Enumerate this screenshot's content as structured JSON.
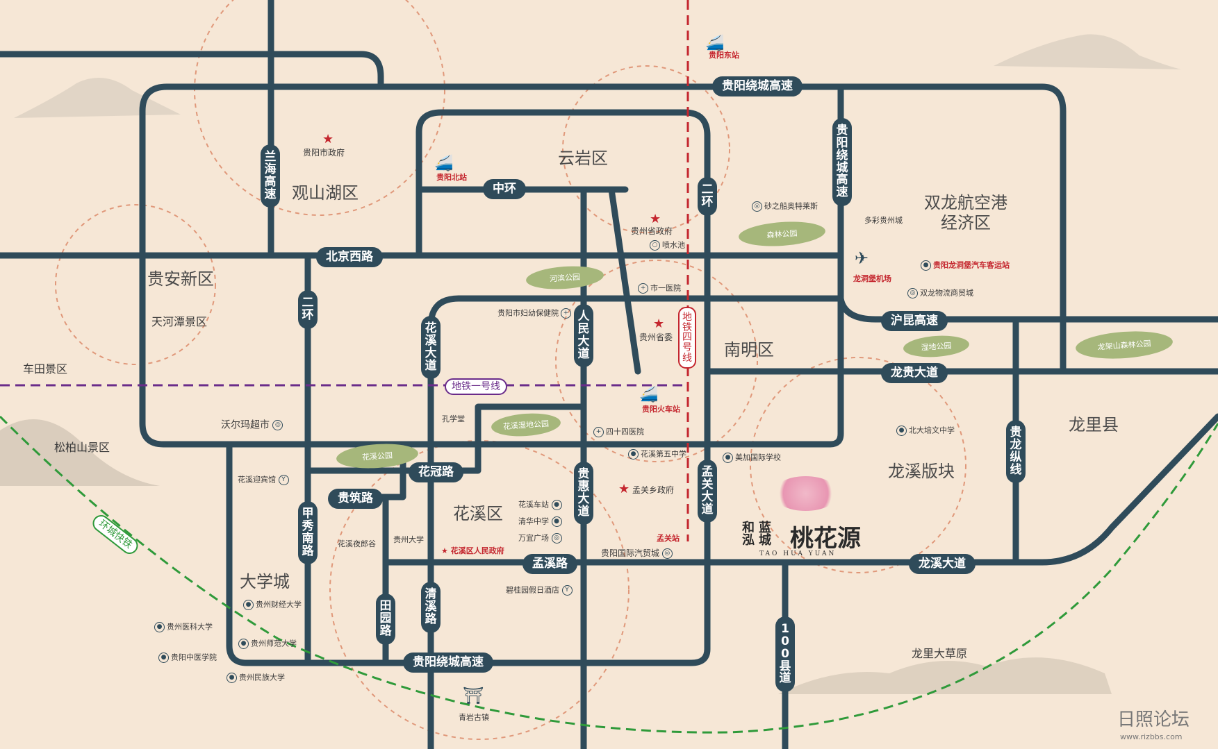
{
  "districts": {
    "guanshanhu": "观山湖区",
    "yunyan": "云岩区",
    "nanming": "南明区",
    "shuanglong": "双龙航空港\n经济区",
    "guian": "贵安新区",
    "huaxi": "花溪区",
    "daxuecheng": "大学城",
    "longli": "龙里县",
    "longxi": "龙溪版块"
  },
  "areas": {
    "tianhetan": "天河潭景区",
    "chetian": "车田景区",
    "songbaishan": "松柏山景区",
    "longli_grassland": "龙里大草原"
  },
  "roads": {
    "ring_expressway_top": "贵阳绕城高速",
    "ring_expressway_right": "贵阳绕城高速",
    "ring_expressway_bottom": "贵阳绕城高速",
    "lanhai": "兰海高速",
    "zhonghuan": "中环",
    "second_ring_right": "二环",
    "second_ring_left": "二环",
    "beijing_west": "北京西路",
    "huxi_avenue": "花溪大道",
    "renmin_avenue": "人民大道",
    "huguan": "沪昆高速",
    "longgui": "龙贵大道",
    "guilong": "贵龙纵线",
    "huaguan": "花冠路",
    "guizhu": "贵筑路",
    "jiaxiu_south": "甲秀南路",
    "guihui": "贵惠大道",
    "mengguan": "孟关大道",
    "mengxi": "孟溪路",
    "qingxi": "清溪路",
    "tianyuan": "田园路",
    "longxi_avenue": "龙溪大道",
    "county100": "100县道"
  },
  "transit": {
    "metro1": "地铁一号线",
    "metro4": "地铁四号线",
    "ring_rail": "环城快铁"
  },
  "stations": {
    "guiyang_east": "贵阳东站",
    "guiyang_north": "贵阳北站",
    "guiyang_rail": "贵阳火车站",
    "airport": "龙洞堡机场",
    "mengguan_station": "孟关站",
    "bus_terminal": "贵阳龙洞堡汽车客运站"
  },
  "pois": {
    "city_gov": "贵阳市政府",
    "prov_gov": "贵州省政府",
    "penshuichi": "喷水池",
    "prov_committee": "贵州省委",
    "hospital1": "市一医院",
    "maternal": "贵阳市妇幼保健院",
    "hospital44": "四十四医院",
    "shazhichuan": "砂之船奥特莱斯",
    "duocai": "多彩贵州城",
    "shuanglong_trade": "双龙物流商贸城",
    "walmart": "沃尔玛超市",
    "kongxuetang": "孔学堂",
    "huaxi_guesthouse": "花溪迎宾馆",
    "huaxi_night": "花溪夜郎谷",
    "guizhou_univ": "贵州大学",
    "huaxi_bus": "花溪车站",
    "qinghua": "清华中学",
    "wanyi": "万宜广场",
    "huaxi_gov": "花溪区人民政府",
    "intl_auto": "贵阳国际汽贸城",
    "biguiyuan": "碧桂园假日酒店",
    "huaxi_5th": "花溪第五中学",
    "meijia": "美加国际学校",
    "mengguan_gov": "孟关乡政府",
    "beida_peiwen": "北大培文中学",
    "caijing": "贵州财经大学",
    "yike": "贵州医科大学",
    "shifan": "贵州师范大学",
    "zhongyi": "贵阳中医学院",
    "minzu": "贵州民族大学",
    "qingyan": "青岩古镇"
  },
  "parks": {
    "senlin": "森林公园",
    "hebin": "河滨公园",
    "shidi": "湿地公园",
    "longjiashan": "龙架山森林公园",
    "huaxi_wetland": "花溪湿地公园",
    "huaxi_park": "花溪公园"
  },
  "brand": {
    "dev1": "和泓",
    "dev2": "蓝城",
    "name": "桃花源",
    "pinyin": "TAO HUA YUAN"
  },
  "watermark": {
    "title": "日照论坛",
    "url": "www.rizbbs.com"
  },
  "colors": {
    "background": "#f6e7d6",
    "road": "#2f4b5a",
    "metro1": "#6a2c8a",
    "metro4": "#c4262e",
    "ring_rail": "#2f9a3a",
    "park": "#a6b77b",
    "ring": "#e0987a"
  }
}
